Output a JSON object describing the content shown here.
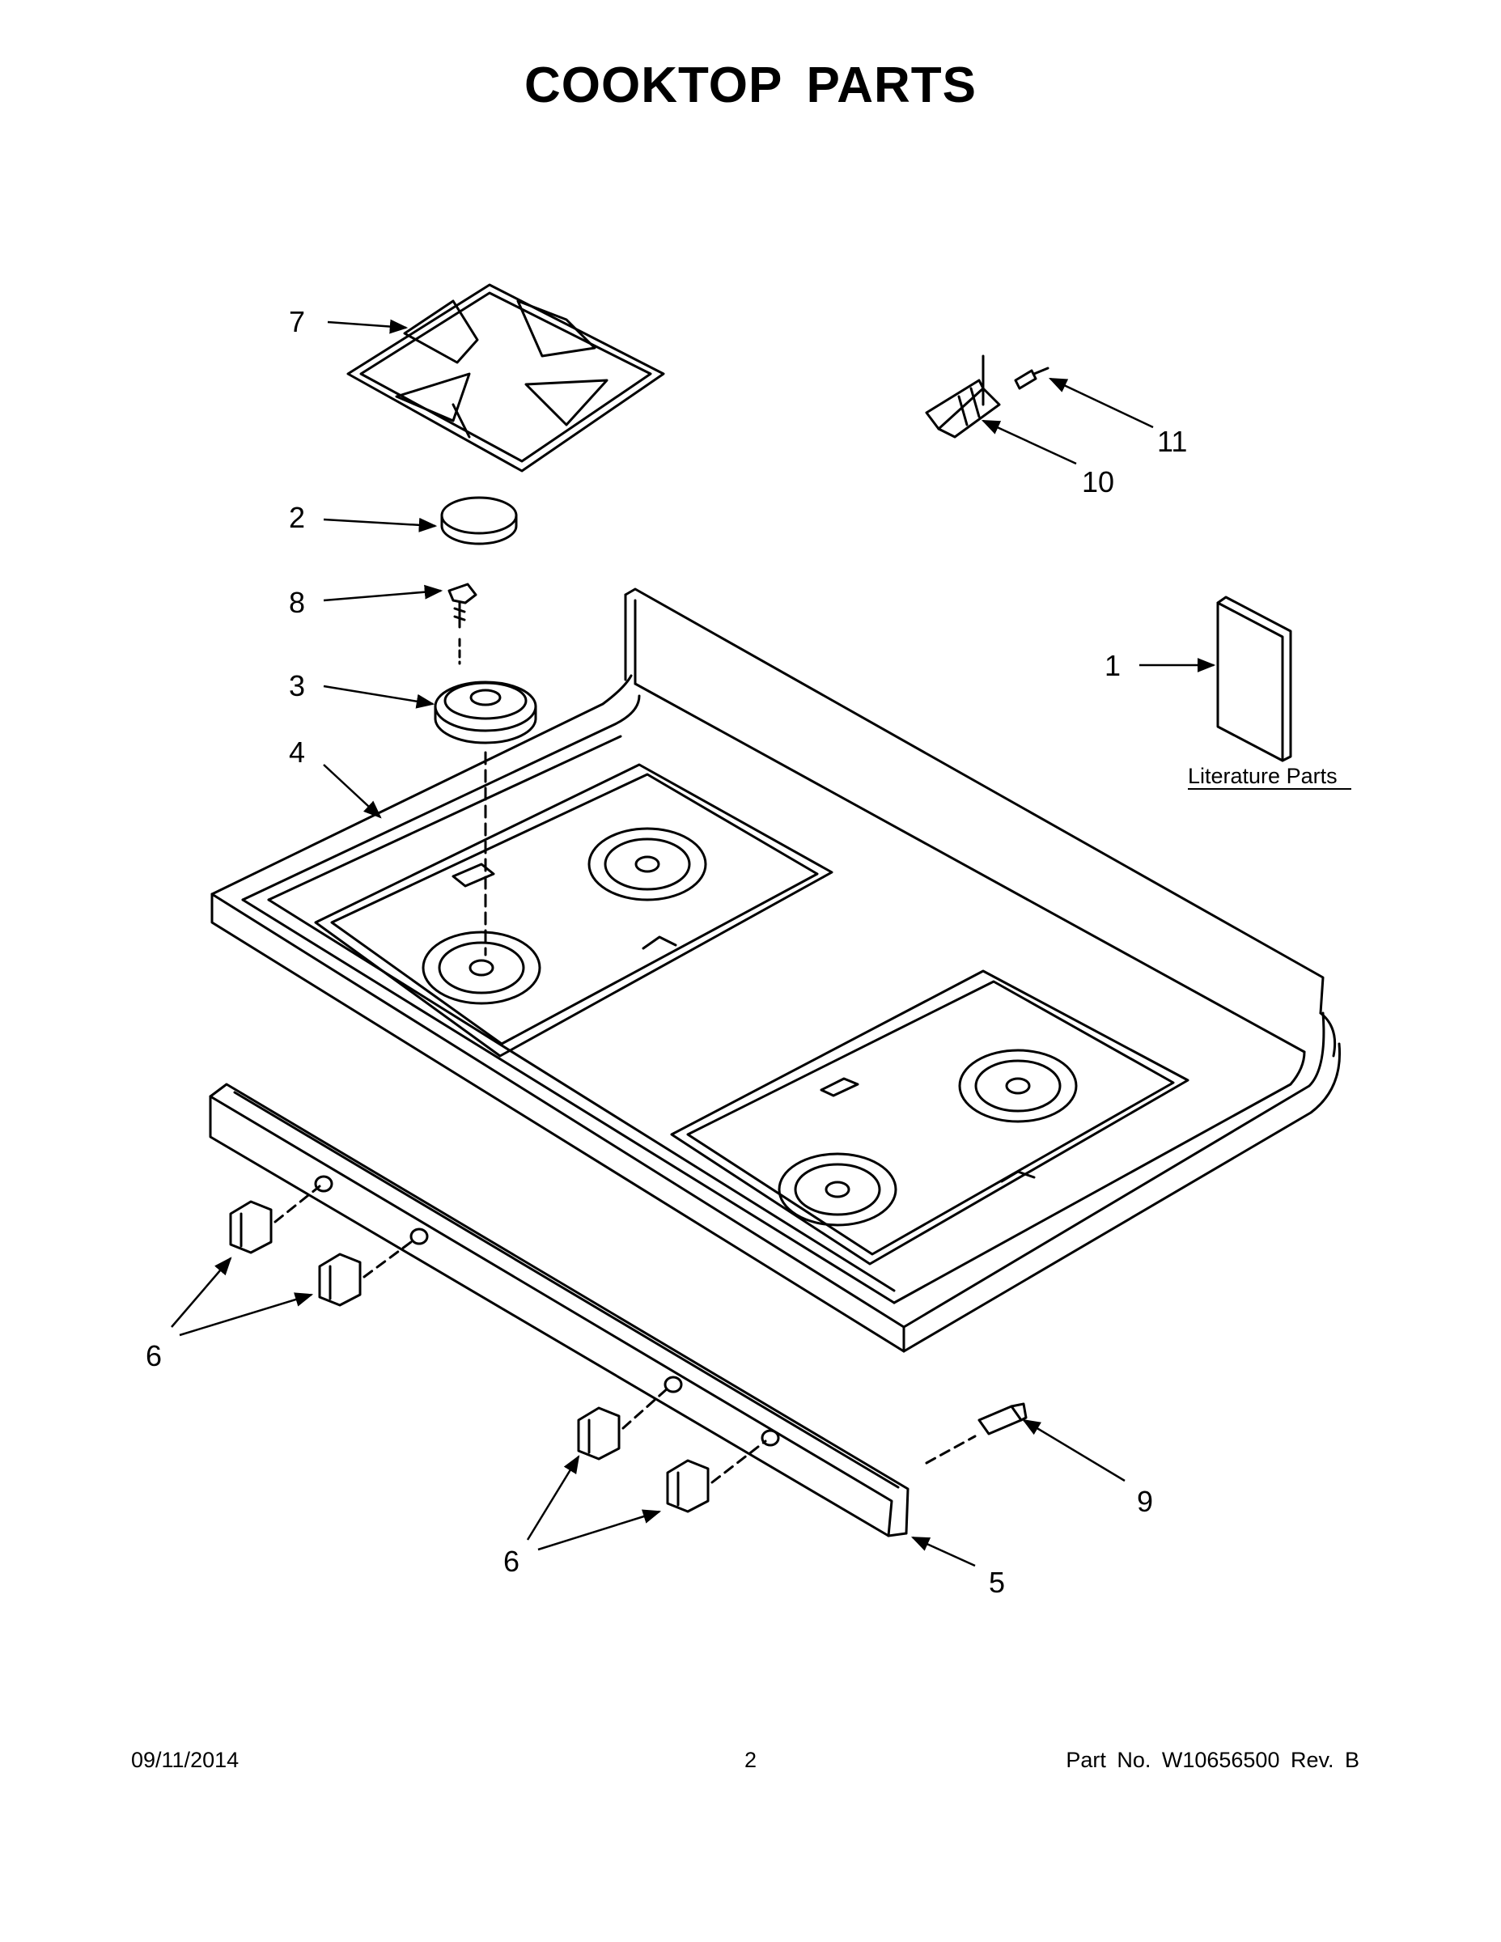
{
  "title": "COOKTOP PARTS",
  "callouts": {
    "n1": "1",
    "n2": "2",
    "n3": "3",
    "n4": "4",
    "n5": "5",
    "n6a": "6",
    "n6b": "6",
    "n7": "7",
    "n8": "8",
    "n9": "9",
    "n10": "10",
    "n11": "11"
  },
  "literature_label": "Literature Parts",
  "footer": {
    "date": "09/11/2014",
    "page": "2",
    "part_no": "Part No.  W10656500  Rev.  B"
  }
}
